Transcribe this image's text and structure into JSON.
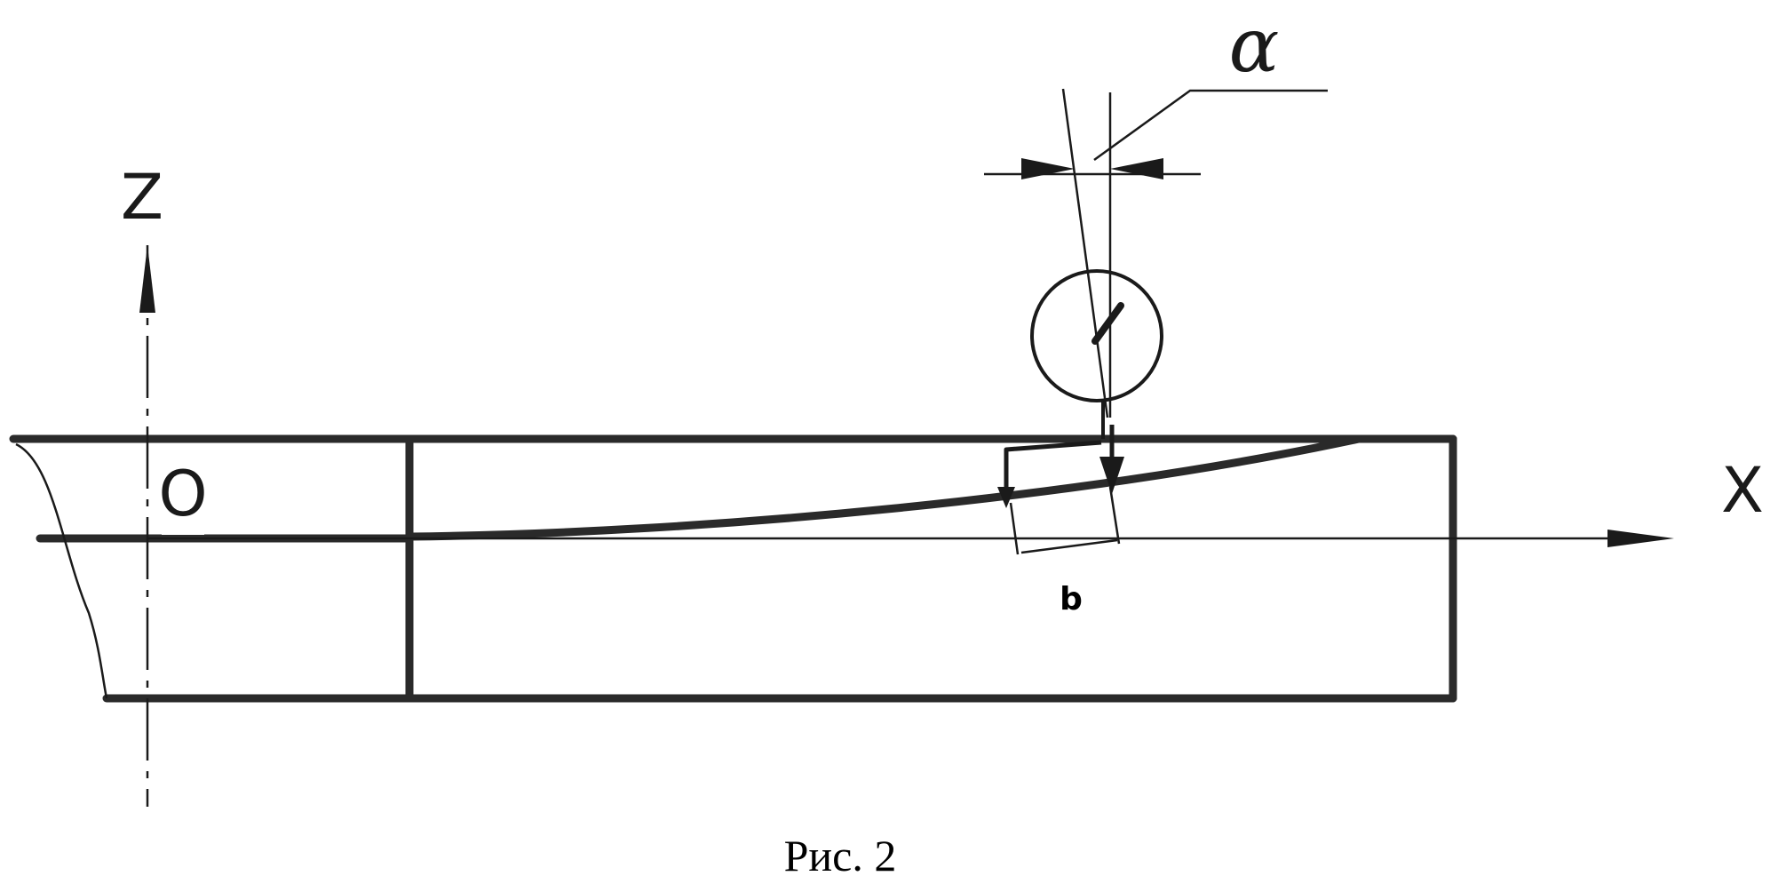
{
  "figure": {
    "labels": {
      "z_axis": "Z",
      "x_axis": "X",
      "origin": "O",
      "angle": "α",
      "width": "b"
    },
    "caption": "Рис. 2"
  },
  "icons": {
    "arrow": "arrow-icon",
    "gauge": "dial-indicator-icon"
  }
}
